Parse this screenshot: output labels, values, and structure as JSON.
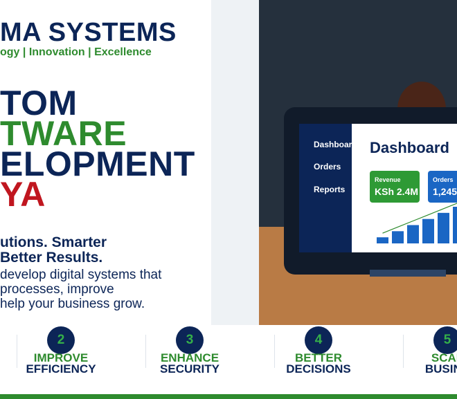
{
  "brand": {
    "name": "MA SYSTEMS",
    "tagline": "ogy | Innovation | Excellence"
  },
  "headline": {
    "line1": "TOM",
    "line2": "TWARE",
    "line3": "ELOPMENT",
    "line4": "YA"
  },
  "subheadline": {
    "line1": "utions. Smarter",
    "line2": "Better Results."
  },
  "body": {
    "line1": "develop digital systems that",
    "line2": "processes, improve",
    "line3": "help your business grow."
  },
  "dashboard": {
    "nav": [
      "Dashboard",
      "Orders",
      "Reports"
    ],
    "title": "Dashboard",
    "cards": [
      {
        "label": "Revenue",
        "value": "KSh 2.4M"
      },
      {
        "label": "Orders",
        "value": "1,245"
      }
    ]
  },
  "chart_data": {
    "type": "bar",
    "values": [
      1,
      2,
      3,
      4,
      5,
      6
    ],
    "trend": true
  },
  "features": [
    {
      "number": "2",
      "line1": "IMPROVE",
      "line2": "EFFICIENCY"
    },
    {
      "number": "3",
      "line1": "ENHANCE",
      "line2": "SECURITY"
    },
    {
      "number": "4",
      "line1": "BETTER",
      "line2": "DECISIONS"
    },
    {
      "number": "5",
      "line1": "SCAL",
      "line2": "BUSINE"
    }
  ],
  "colors": {
    "navy": "#0c2557",
    "green": "#2e8b2e",
    "red": "#c0161f",
    "bar_blue": "#1a66c4"
  }
}
